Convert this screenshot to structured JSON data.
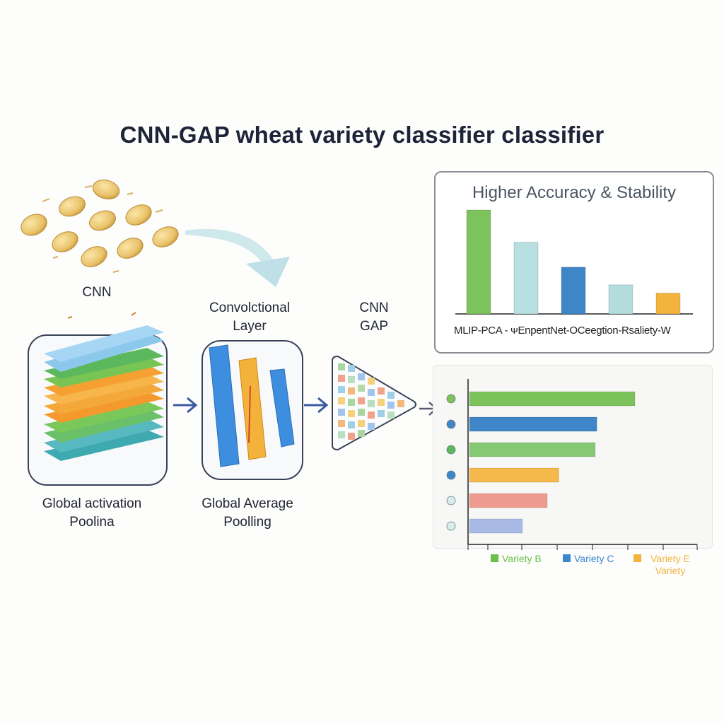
{
  "title": "CNN-GAP wheat variety classifier classifier",
  "stages": {
    "cnn_label": "CNN",
    "conv_label": "Convolctional Layer",
    "cnn_gap_label": "CNN GAP",
    "block1_caption": "Global activation Poolina",
    "block2_caption": "Global Average Poolling"
  },
  "top_panel": {
    "title": "Higher Accuracy & Stability",
    "x_labels": "MLIP-PCA - ᴪEnpentNet-OCeegtion-Rsaliety-W"
  },
  "chart_data": [
    {
      "type": "bar",
      "title": "Higher Accuracy & Stability",
      "xlabel": "",
      "ylabel": "",
      "values": [
        100,
        69,
        45,
        28,
        20
      ],
      "colors": [
        "#7cc35c",
        "#b9e0e0",
        "#3f86c9",
        "#b3dcdc",
        "#f2b43d"
      ]
    },
    {
      "type": "bar",
      "orientation": "horizontal",
      "values": [
        100,
        77,
        76,
        54,
        47,
        32
      ],
      "colors": [
        "#7cc35c",
        "#3f86c9",
        "#86c873",
        "#f5b94b",
        "#ef9a8e",
        "#a9b9e6"
      ],
      "marker_colors": [
        "#7cc35c",
        "#3f86c9",
        "#5cb85c",
        "#3f86c9",
        "#d8ecec",
        "#d8ecec"
      ],
      "legend": [
        {
          "label": "Variety B",
          "color": "#6cbf4a"
        },
        {
          "label": "Variety C",
          "color": "#3a86cf"
        },
        {
          "label": "Variety E Variety",
          "color": "#f2b43d"
        }
      ]
    }
  ]
}
